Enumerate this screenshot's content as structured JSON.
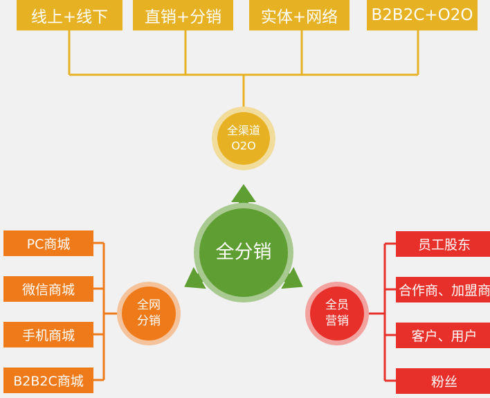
{
  "top_channels": [
    "线上+线下",
    "直销+分销",
    "实体+网络",
    "B2B2C+O2O"
  ],
  "omni_channel": {
    "line1": "全渠道",
    "line2": "O2O"
  },
  "center": {
    "label": "全分销"
  },
  "network": {
    "line1": "全网",
    "line2": "分销",
    "items": [
      "PC商城",
      "微信商城",
      "手机商城",
      "B2B2C商城"
    ]
  },
  "staff": {
    "line1": "全员",
    "line2": "营销",
    "items": [
      "员工股东",
      "合作商、加盟商",
      "客户、用户",
      "粉丝"
    ]
  },
  "colors": {
    "yellow": "#e6b223",
    "green": "#5e9e32",
    "orange": "#ef7a1a",
    "red": "#e8302a"
  }
}
